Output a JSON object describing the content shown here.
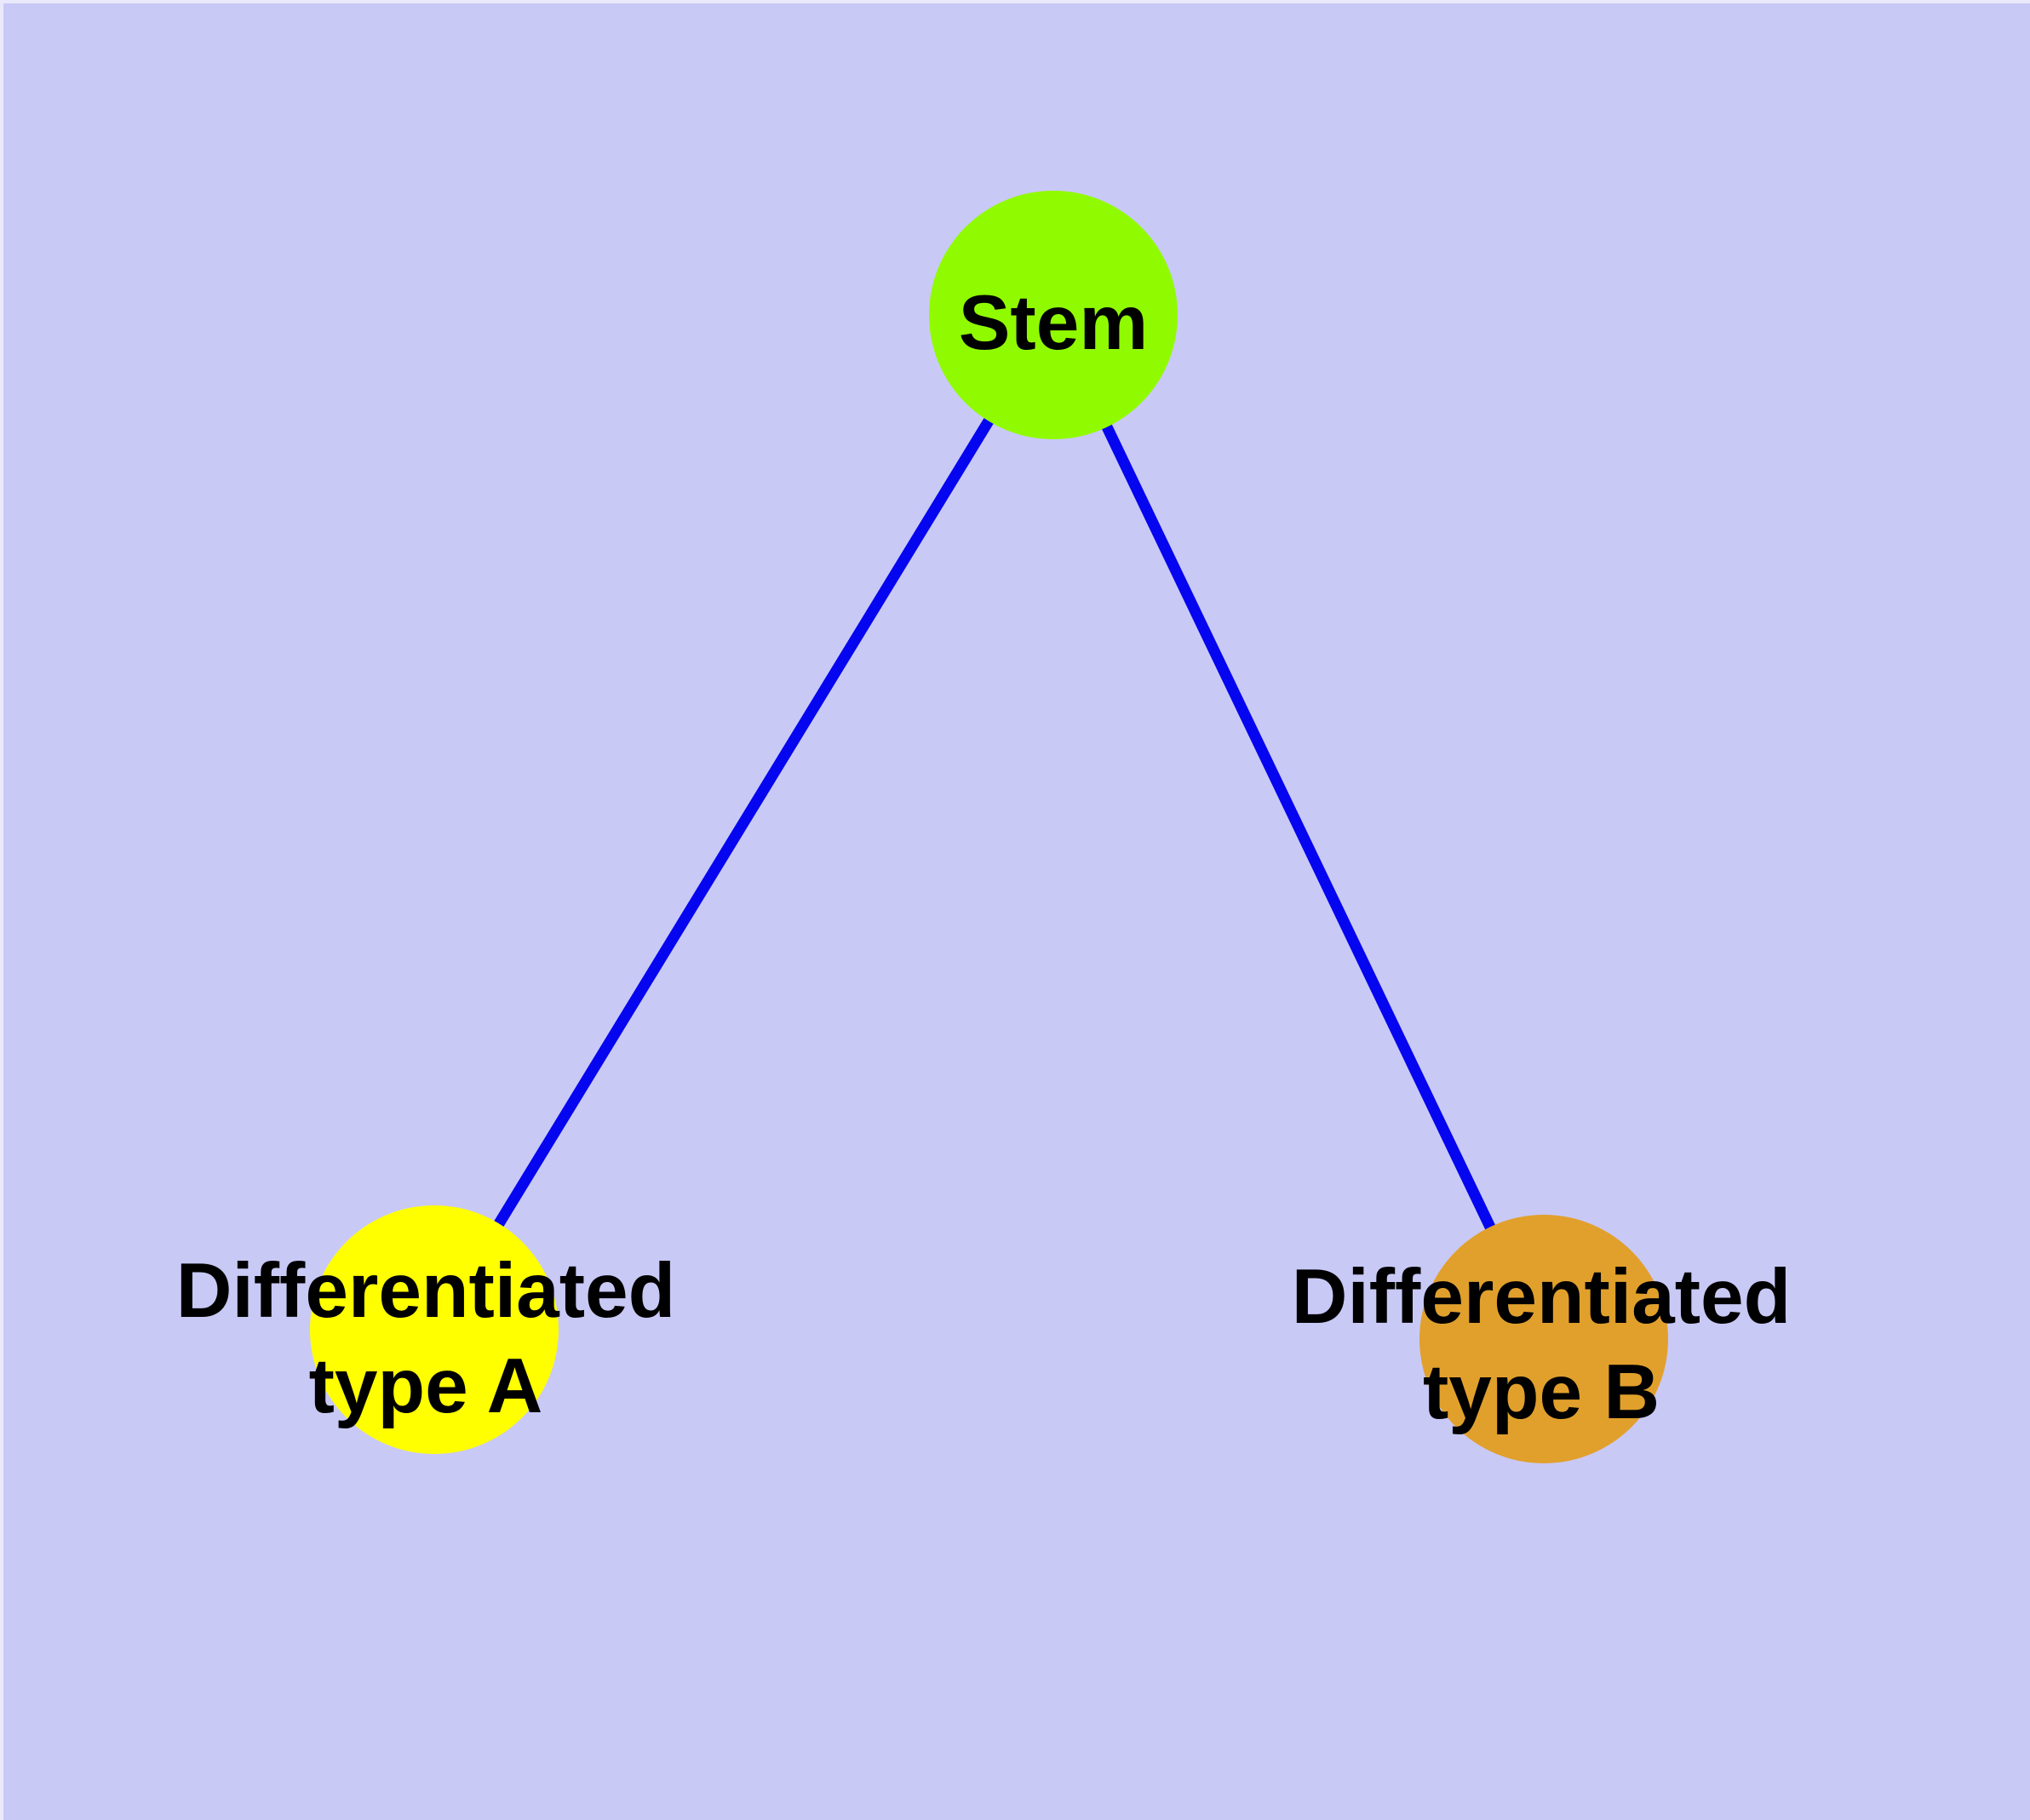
{
  "canvas": {
    "background": "#c9c9f6",
    "edge_highlight_top": "#e9e9fb",
    "edge_color": "#0505f0",
    "node_border_color": "#6f6f6f",
    "label_color": "#000000"
  },
  "nodes": [
    {
      "id": "stem",
      "label_line1": "Stem",
      "label_line2": "",
      "color": "#90fb00"
    },
    {
      "id": "diff-a",
      "label_line1": "Differentiated",
      "label_line2": "type A",
      "color": "#ffff00"
    },
    {
      "id": "diff-b",
      "label_line1": "Differentiated",
      "label_line2": "type B",
      "color": "#e1a02c"
    }
  ],
  "edges": [
    {
      "from": "Stem",
      "to": "Differentiated type A"
    },
    {
      "from": "Stem",
      "to": "Differentiated type B"
    }
  ]
}
